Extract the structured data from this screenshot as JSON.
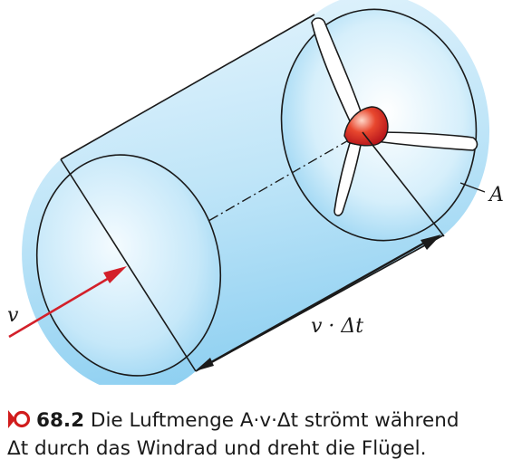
{
  "diagram": {
    "label_velocity": "v",
    "label_distance": "v · Δt",
    "label_area": "A"
  },
  "caption": {
    "number": "68.2",
    "line1": "Die Luftmenge A·v·Δt strömt während",
    "line2": "Δt durch das Windrad und dreht die Flügel."
  },
  "colors": {
    "cylinder_fill": "#bfe6f8",
    "arrow_red": "#d3202a",
    "hub_red": "#d11c1c"
  }
}
